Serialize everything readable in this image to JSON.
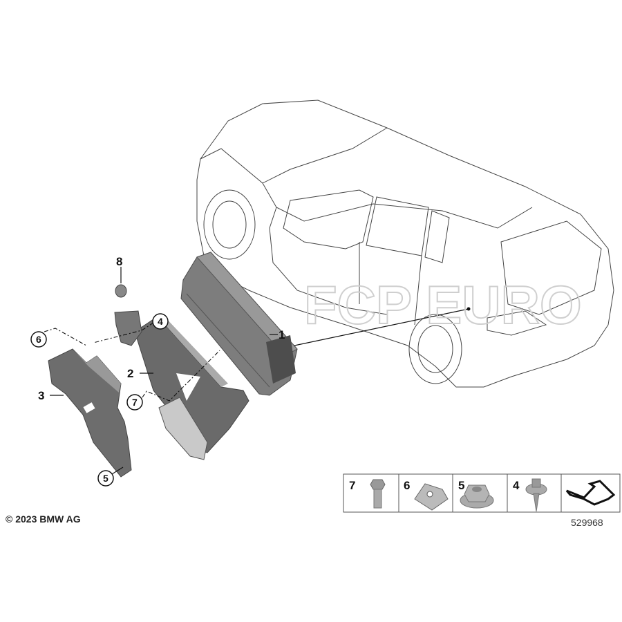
{
  "callouts": {
    "p1": "1",
    "p2": "2",
    "p3": "3",
    "p4": "4",
    "p5": "5",
    "p6": "6",
    "p7": "7",
    "p8": "8"
  },
  "legend": {
    "items": [
      {
        "number": "7",
        "icon": "hex-bolt-icon"
      },
      {
        "number": "6",
        "icon": "spring-nut-clip-icon"
      },
      {
        "number": "5",
        "icon": "hex-flange-nut-icon"
      },
      {
        "number": "4",
        "icon": "collar-screw-icon"
      },
      {
        "number": "",
        "icon": "arrow-symbol-icon"
      }
    ]
  },
  "diagram_number": "529968",
  "copyright": "© 2023 BMW AG",
  "watermark": "FCP EURO",
  "colors": {
    "part_gray": "#8a8a8a",
    "part_dark": "#5e5e5e",
    "outline": "#444444"
  }
}
